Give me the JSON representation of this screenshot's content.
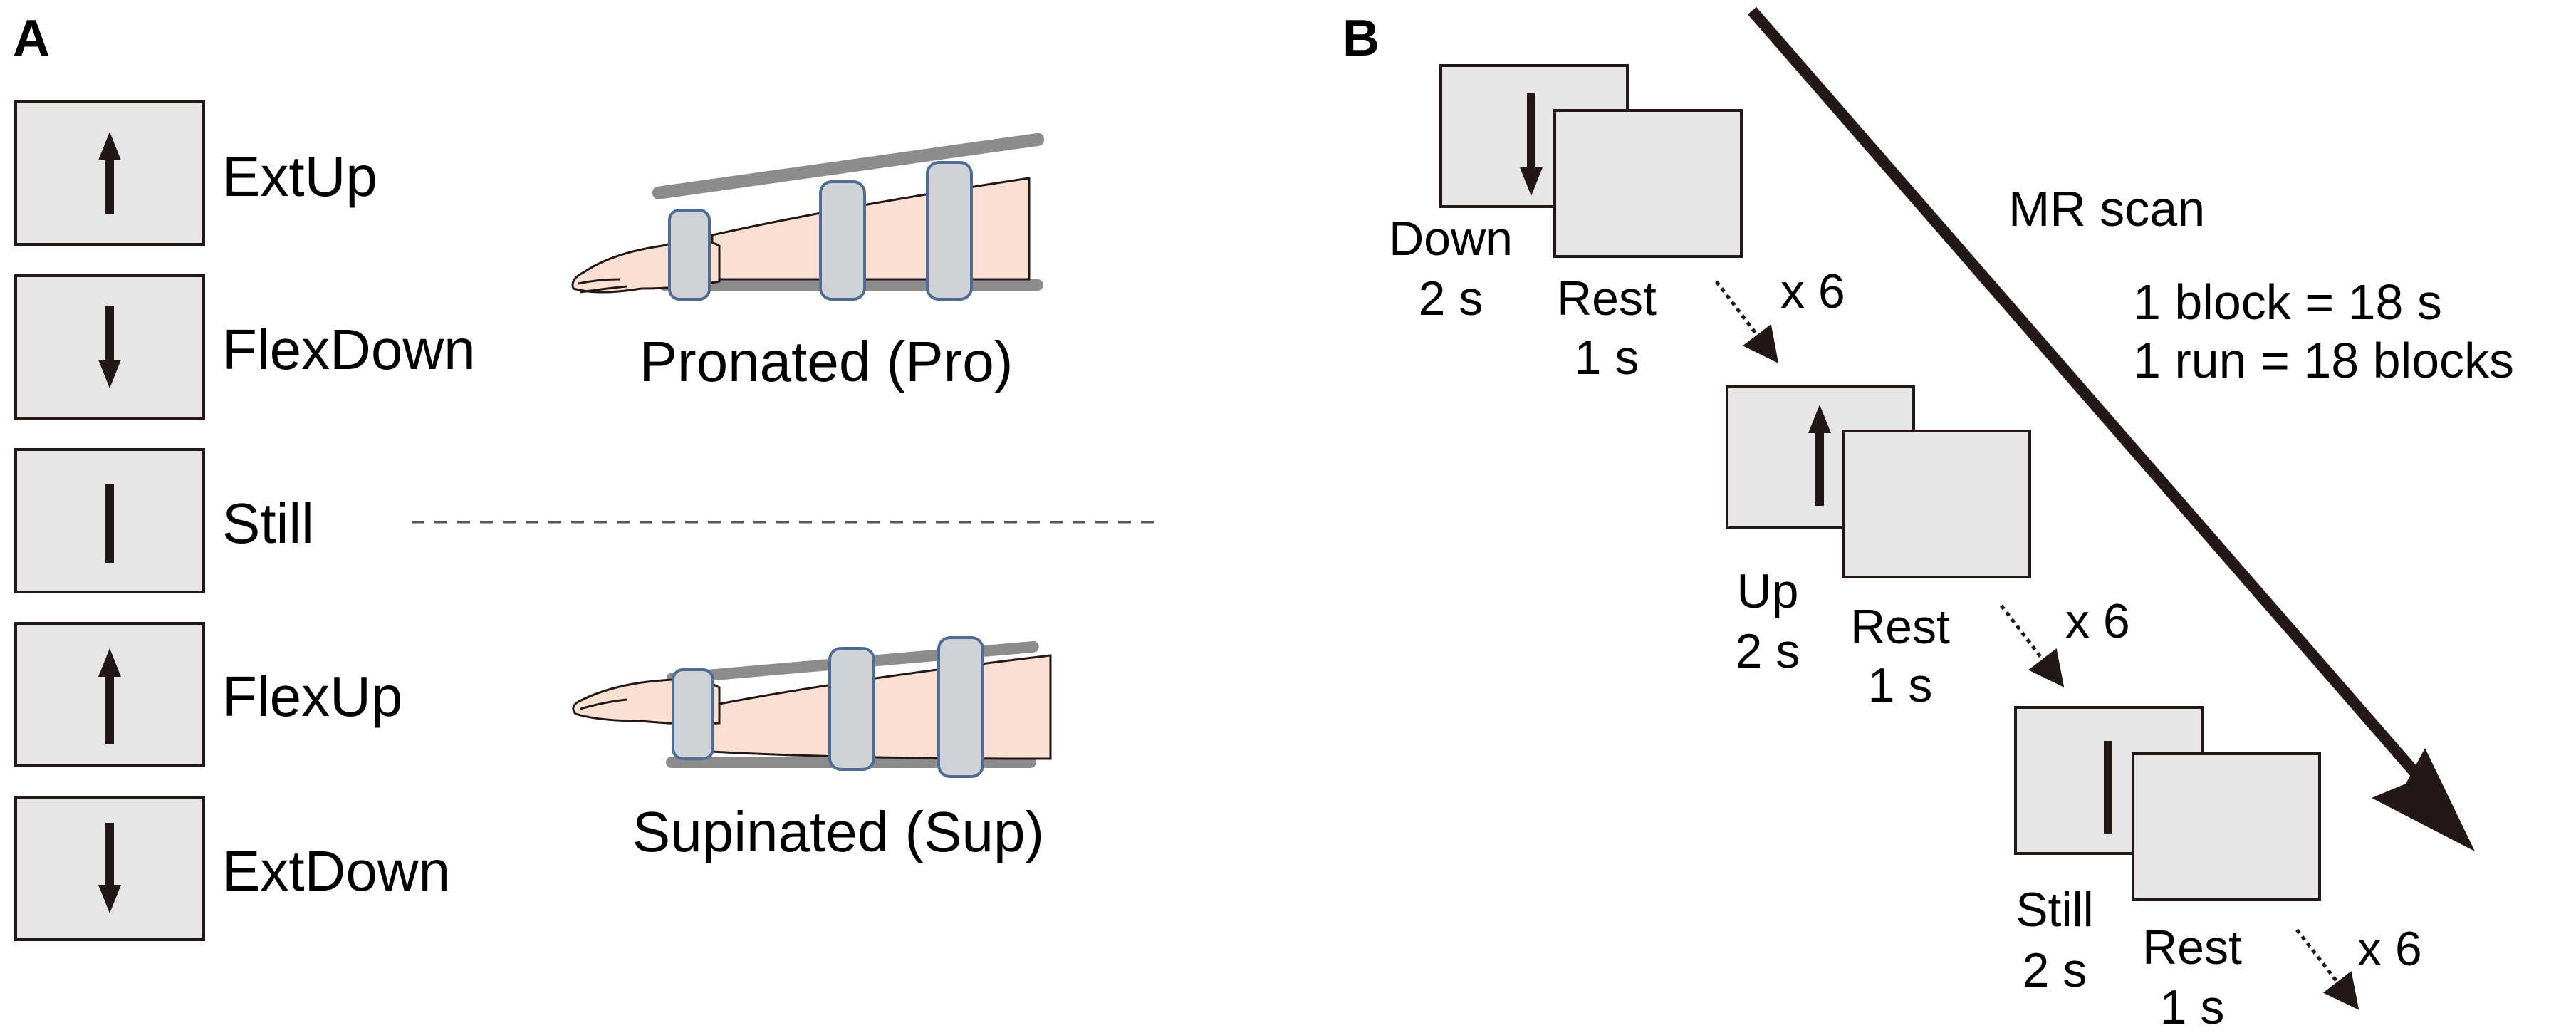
{
  "panel_a": {
    "letter": "A",
    "conditions": [
      {
        "label": "ExtUp",
        "symbol": "arrow-up"
      },
      {
        "label": "FlexDown",
        "symbol": "arrow-down"
      },
      {
        "label": "Still",
        "symbol": "bar"
      },
      {
        "label": "FlexUp",
        "symbol": "arrow-up"
      },
      {
        "label": "ExtDown",
        "symbol": "arrow-down"
      }
    ],
    "arm_pronated_label": "Pronated (Pro)",
    "arm_supinated_label": "Supinated (Sup)"
  },
  "panel_b": {
    "letter": "B",
    "steps": [
      {
        "task_label_1": "Down",
        "task_label_2": "2 s",
        "rest_label_1": "Rest",
        "rest_label_2": "1 s",
        "repeat": "x 6",
        "symbol": "arrow-down"
      },
      {
        "task_label_1": "Up",
        "task_label_2": "2 s",
        "rest_label_1": "Rest",
        "rest_label_2": "1 s",
        "repeat": "x 6",
        "symbol": "arrow-up"
      },
      {
        "task_label_1": "Still",
        "task_label_2": "2 s",
        "rest_label_1": "Rest",
        "rest_label_2": "1 s",
        "repeat": "x 6",
        "symbol": "bar"
      }
    ],
    "scan_label": "MR scan",
    "block_info": "1 block = 18 s",
    "run_info": "1 run = 18 blocks"
  },
  "colors": {
    "box_fill": "#e6e6e6",
    "ink": "#231815",
    "skin": "#f9e0d2",
    "strap_fill": "#cfd3d8",
    "strap_edge": "#4f6d94",
    "rod": "#8c8c8c"
  }
}
